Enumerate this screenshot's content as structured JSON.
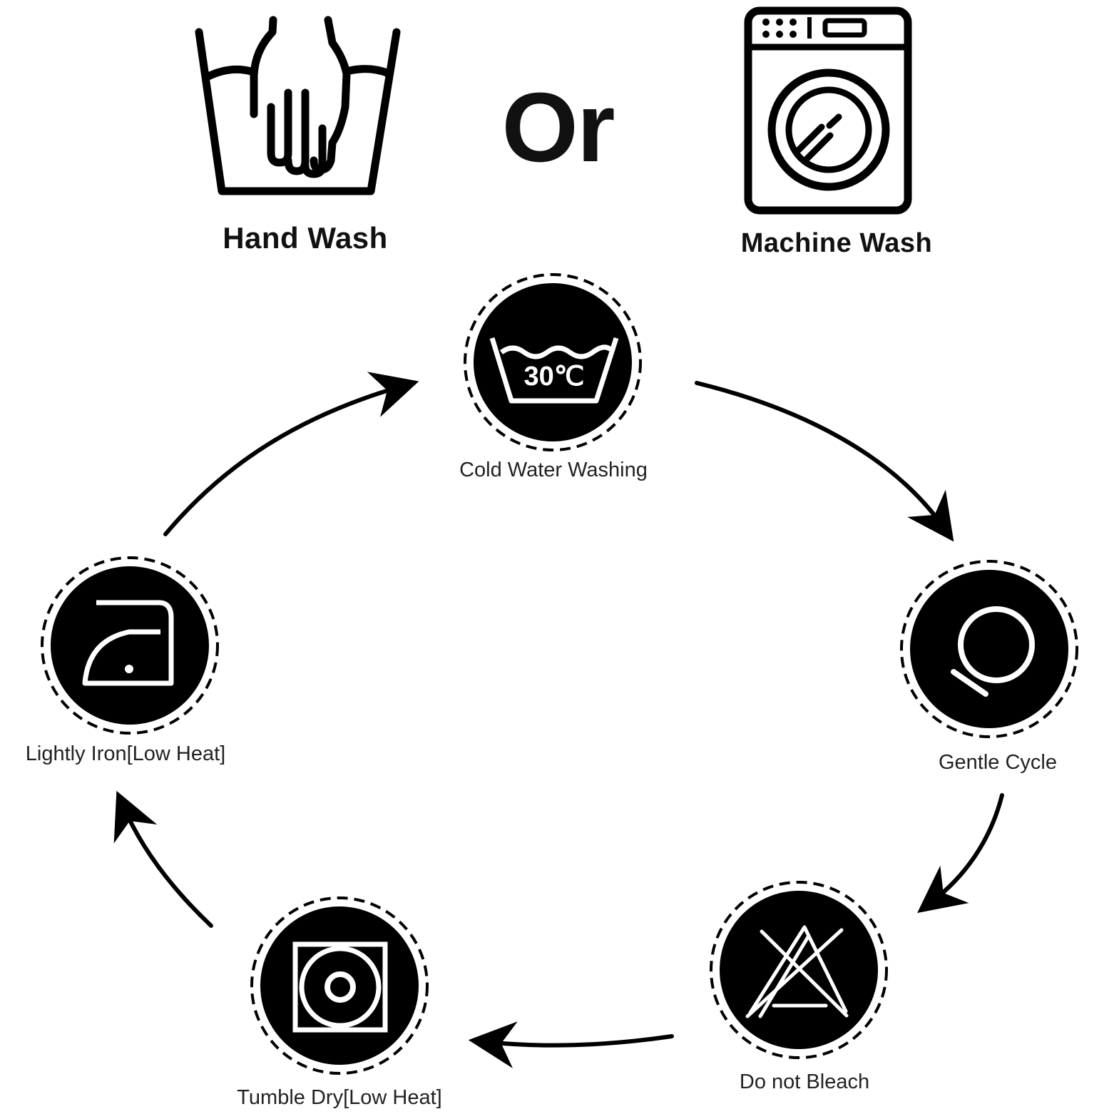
{
  "header": {
    "hand_wash_label": "Hand Wash",
    "or_label": "Or",
    "machine_wash_label": "Machine Wash"
  },
  "cycle": {
    "steps": [
      {
        "label": "Cold Water Washing",
        "icon": "wash-tub-30c-icon",
        "temp_text": "30℃"
      },
      {
        "label": "Gentle Cycle",
        "icon": "gentle-cycle-icon"
      },
      {
        "label": "Do not Bleach",
        "icon": "no-bleach-icon"
      },
      {
        "label": "Tumble Dry[Low Heat]",
        "icon": "tumble-dry-low-icon"
      },
      {
        "label": "Lightly Iron[Low Heat]",
        "icon": "iron-low-heat-icon"
      }
    ]
  },
  "colors": {
    "ink": "#000000",
    "icon_line": "#ffffff",
    "background": "#ffffff"
  }
}
